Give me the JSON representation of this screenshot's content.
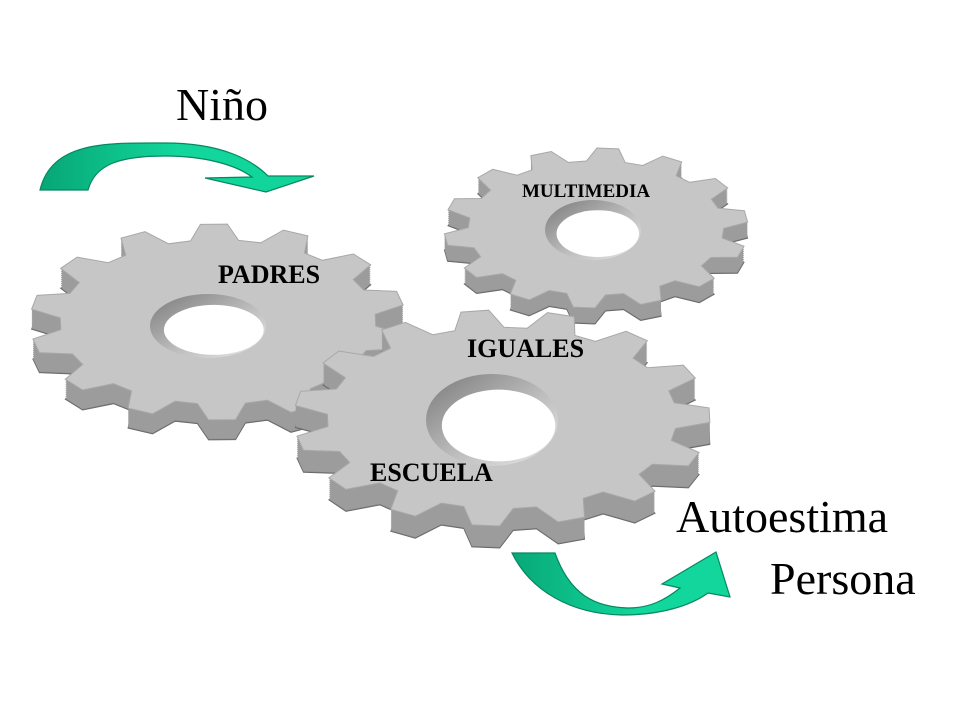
{
  "labels": {
    "nino": "Niño",
    "autoestima": "Autoestima",
    "persona": "Persona"
  },
  "gears": {
    "padres": "PADRES",
    "multimedia": "MULTIMEDIA",
    "iguales": "IGUALES",
    "escuela": "ESCUELA"
  },
  "colors": {
    "gear_top": "#c6c6c6",
    "gear_side": "#8a8a8a",
    "gear_outline": "#6a6a6a",
    "hole": "#ffffff",
    "arrow_fill": "#0fcf95",
    "arrow_dark": "#059a6c",
    "text": "#000000"
  }
}
